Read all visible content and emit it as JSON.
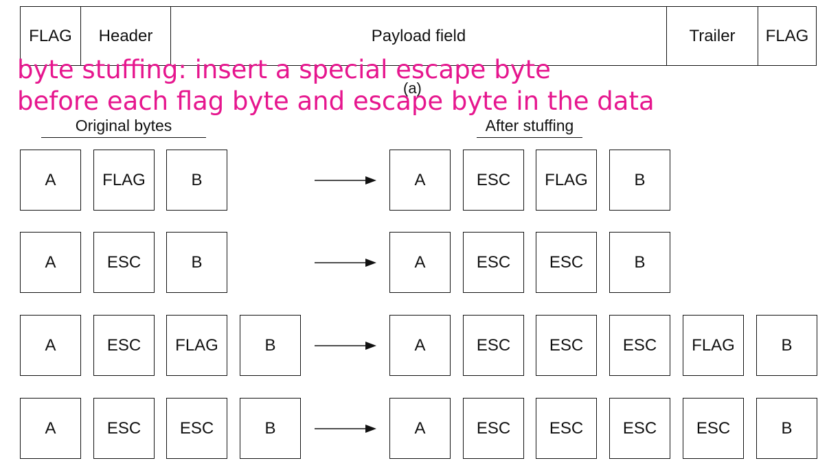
{
  "frame": {
    "fields": [
      "FLAG",
      "Header",
      "Payload field",
      "Trailer",
      "FLAG"
    ],
    "caption": "(a)"
  },
  "annotation": {
    "line1": "byte stuffing: insert a special escape byte",
    "line2": "before each flag byte and escape byte in the data"
  },
  "columns": {
    "original_title": "Original bytes",
    "stuffed_title": "After stuffing"
  },
  "examples": [
    {
      "original": [
        "A",
        "FLAG",
        "B"
      ],
      "stuffed": [
        "A",
        "ESC",
        "FLAG",
        "B"
      ]
    },
    {
      "original": [
        "A",
        "ESC",
        "B"
      ],
      "stuffed": [
        "A",
        "ESC",
        "ESC",
        "B"
      ]
    },
    {
      "original": [
        "A",
        "ESC",
        "FLAG",
        "B"
      ],
      "stuffed": [
        "A",
        "ESC",
        "ESC",
        "ESC",
        "FLAG",
        "B"
      ]
    },
    {
      "original": [
        "A",
        "ESC",
        "ESC",
        "B"
      ],
      "stuffed": [
        "A",
        "ESC",
        "ESC",
        "ESC",
        "ESC",
        "B"
      ]
    }
  ]
}
